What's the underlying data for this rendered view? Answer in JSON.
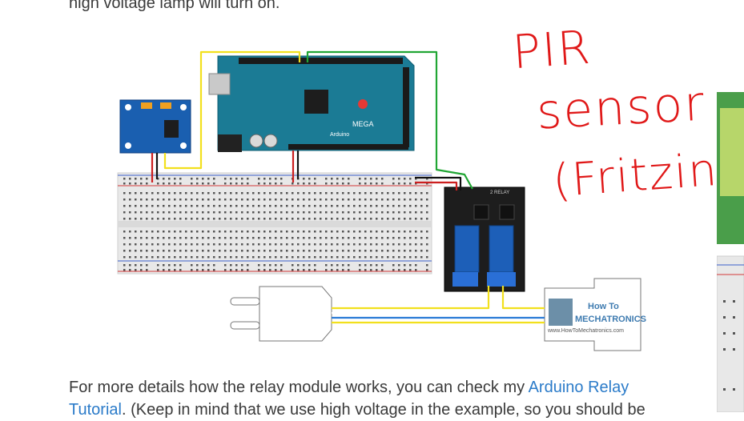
{
  "article": {
    "top_text": "high voltage lamp will turn on.",
    "bottom_text_prefix": "For more details how the relay module works, you can check my ",
    "bottom_link": "Arduino Relay",
    "bottom_line2_link": "Tutorial",
    "bottom_line2_text": ". (Keep in mind that we use high voltage in the example, so you should be"
  },
  "annotation": {
    "line1": "PIR",
    "line2": "sensor",
    "line3": "(Fritzing)",
    "color": "#e01818"
  },
  "diagram": {
    "board_label": "MEGA",
    "board_sub": "Arduino",
    "relay_label": "2 RELAY",
    "watermark_line1": "How To",
    "watermark_line2": "MECHATRONICS",
    "watermark_url": "www.HowToMechatronics.com",
    "colors": {
      "arduino": "#1b7b95",
      "pir": "#1a5fb0",
      "relay_board": "#1d1d1d",
      "relay_coil": "#1d5fb8",
      "wire_yellow": "#f2e01d",
      "wire_green": "#21a634",
      "wire_red": "#cc1f1f",
      "wire_black": "#111111",
      "breadboard": "#e6e6e6"
    }
  }
}
